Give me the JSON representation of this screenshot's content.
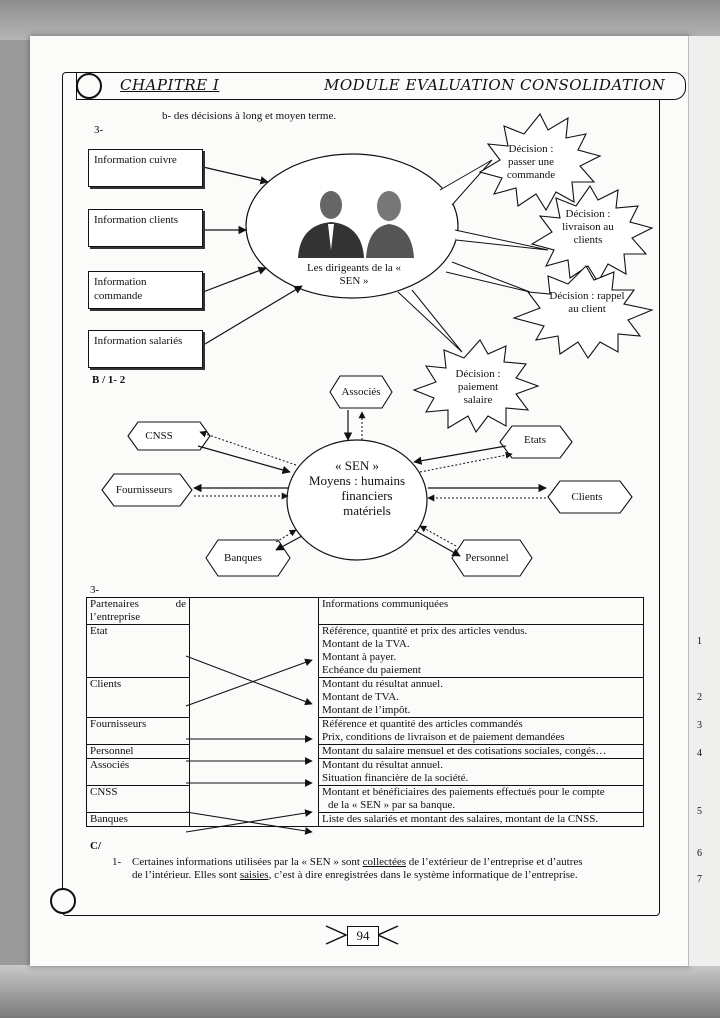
{
  "header": {
    "chapter": "CHAPITRE I",
    "module": "MODULE EVALUATION CONSOLIDATION"
  },
  "intro": {
    "item_b": "b-   des décisions à long et moyen terme.",
    "num3": "3-"
  },
  "part3_diagram": {
    "info_boxes": [
      "Information cuivre",
      "Information clients",
      "Information commande",
      "Information salariés"
    ],
    "center_label": "Les dirigeants de la « SEN »",
    "decisions": [
      "Décision : passer une commande",
      "Décision : livraison au clients",
      "Décision : rappel au client",
      "Décision : paiement salaire"
    ]
  },
  "partB": {
    "label": "B / 1- 2",
    "center_title": "« SEN »",
    "center_line1": "Moyens : humains",
    "center_line2": "financiers",
    "center_line3": "matériels",
    "partners": {
      "associes": "Associés",
      "cnss": "CNSS",
      "etats": "Etats",
      "fournisseurs": "Fournisseurs",
      "clients": "Clients",
      "banques": "Banques",
      "personnel": "Personnel"
    }
  },
  "table": {
    "label": "3-",
    "header_left_a": "Partenaires",
    "header_left_b": "de",
    "header_left_c": "l’entreprise",
    "header_right": "Informations communiquées",
    "rows": [
      {
        "partner": "Etat",
        "info": [
          "Référence, quantité et prix des articles vendus.",
          "Montant  de la TVA.",
          "Montant à payer.",
          "Echéance du paiement"
        ]
      },
      {
        "partner": "Clients",
        "info": [
          "Montant du résultat annuel.",
          "Montant de TVA.",
          "Montant de l’impôt."
        ]
      },
      {
        "partner": "Fournisseurs",
        "info": [
          "Référence et quantité des articles commandés",
          "Prix, conditions de livraison et de paiement demandées"
        ]
      },
      {
        "partner": "Personnel",
        "info": [
          "Montant du salaire mensuel et des cotisations sociales, congés…"
        ]
      },
      {
        "partner": "Associés",
        "info": [
          "Montant du résultat annuel.",
          "Situation financière de la société."
        ]
      },
      {
        "partner": "CNSS",
        "info": [
          "Montant et bénéficiaires des paiements effectués pour le compte",
          "de la « SEN » par sa banque."
        ]
      },
      {
        "partner": "Banques",
        "info": [
          "Liste des salariés et montant des salaires, montant de la CNSS."
        ]
      }
    ]
  },
  "partC": {
    "label": "C/",
    "item1_num": "1-",
    "item1_a": "Certaines informations utilisées par la « SEN » sont ",
    "item1_u1": "collectées",
    "item1_b": " de l’extérieur de l’entreprise et d’autres",
    "item1_c": "de l’intérieur. Elles sont ",
    "item1_u2": "saisies",
    "item1_d": ", c’est à  dire enregistrées dans le système informatique de l’entreprise."
  },
  "page_number": "94",
  "side_page": [
    "1",
    "2",
    "3",
    "4",
    "5",
    "6",
    "7"
  ]
}
